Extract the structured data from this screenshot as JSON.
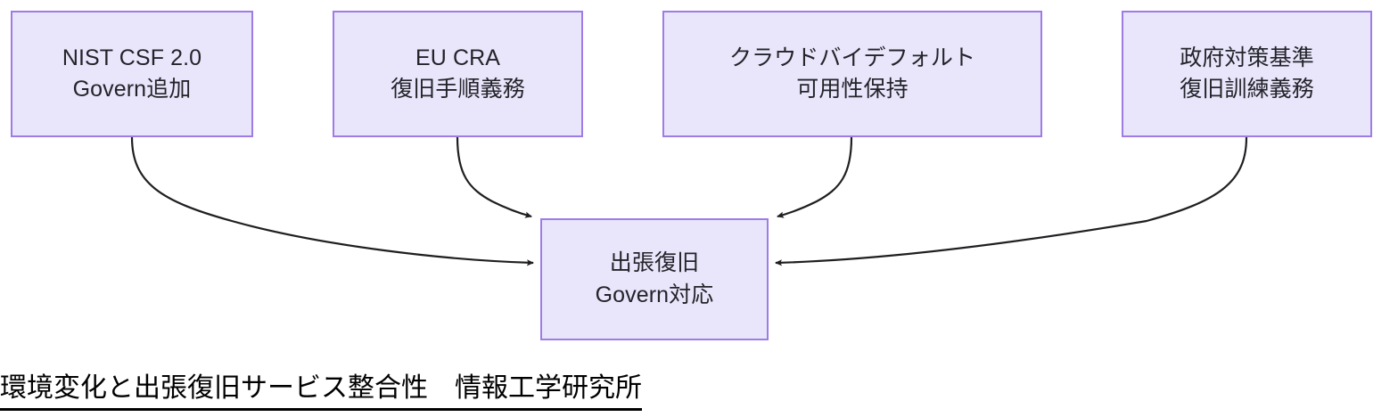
{
  "diagram": {
    "type": "flowchart",
    "direction": "top-down-converging",
    "theme": {
      "node_fill": "#E9E6FB",
      "node_border": "#9E7CE6",
      "edge_color": "#1f1f22",
      "text_color": "#23242a",
      "background": "#FFFFFF"
    },
    "nodes": [
      {
        "id": "nist",
        "lines": [
          "NIST CSF 2.0",
          "Govern追加"
        ],
        "line1": "NIST CSF 2.0",
        "line2": "Govern追加"
      },
      {
        "id": "eucra",
        "lines": [
          "EU CRA",
          "復旧手順義務"
        ],
        "line1": "EU CRA",
        "line2": "復旧手順義務"
      },
      {
        "id": "cloud",
        "lines": [
          "クラウドバイデフォルト",
          "可用性保持"
        ],
        "line1": "クラウドバイデフォルト",
        "line2": "可用性保持"
      },
      {
        "id": "gov",
        "lines": [
          "政府対策基準",
          "復旧訓練義務"
        ],
        "line1": "政府対策基準",
        "line2": "復旧訓練義務"
      },
      {
        "id": "central",
        "lines": [
          "出張復旧",
          "Govern対応"
        ],
        "line1": "出張復旧",
        "line2": "Govern対応"
      }
    ],
    "edges": [
      {
        "id": "edge-nist-central",
        "from": "nist",
        "to": "central",
        "label": "",
        "arrowhead": "filled-triangle",
        "target_side": "left"
      },
      {
        "id": "edge-eucra-central",
        "from": "eucra",
        "to": "central",
        "label": "",
        "arrowhead": "filled-triangle",
        "target_side": "top-left"
      },
      {
        "id": "edge-cloud-central",
        "from": "cloud",
        "to": "central",
        "label": "",
        "arrowhead": "filled-triangle",
        "target_side": "top-right"
      },
      {
        "id": "edge-gov-central",
        "from": "gov",
        "to": "central",
        "label": "",
        "arrowhead": "filled-triangle",
        "target_side": "right"
      }
    ]
  },
  "caption": {
    "text": "環境変化と出張復旧サービス整合性　情報工学研究所"
  }
}
